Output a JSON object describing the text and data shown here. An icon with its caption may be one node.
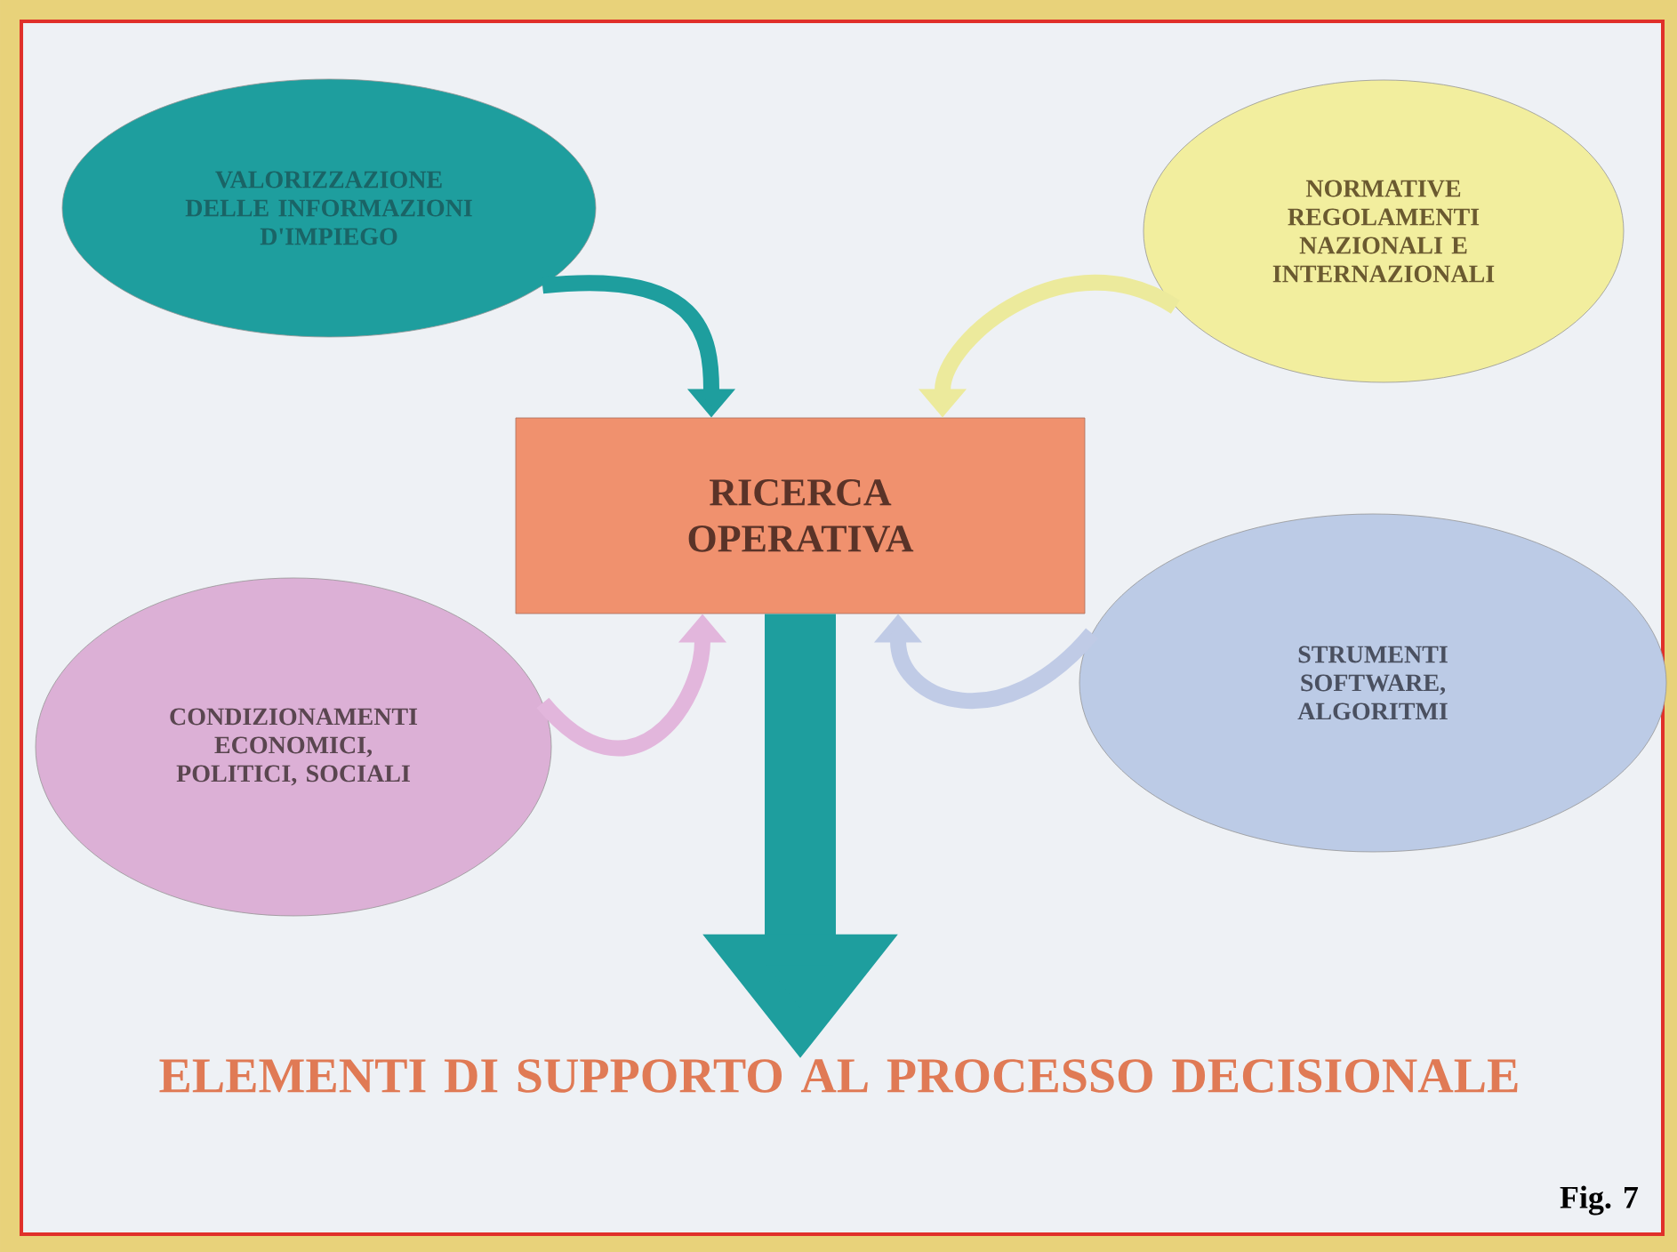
{
  "diagram": {
    "nodes": [
      {
        "text": [
          "VALORIZZAZIONE DELLE INFORMAZIONI D'IMPIEGO"
        ]
      },
      {
        "text": [
          "NORMATIVE REGOLAMENTI NAZIONALI E INTERNAZIONALI"
        ]
      },
      {
        "text": [
          "RICERCA OPERATIVA"
        ]
      },
      {
        "text": [
          "CONDIZIONAMENTI ECONOMICI, POLITICI, SOCIALI"
        ]
      },
      {
        "text": [
          "STRUMENTI SOFTWARE, ALGORITMI"
        ]
      },
      {
        "text": [
          "ELEMENTI DI SUPPORTO AL PROCESSO DECISIONALE"
        ]
      }
    ],
    "edges": [
      {
        "from": 0,
        "to": 2,
        "arrow": "to",
        "color": "#1e9e9e"
      },
      {
        "from": 1,
        "to": 2,
        "arrow": "to",
        "color": "#ecea9c"
      },
      {
        "from": 3,
        "to": 2,
        "arrow": "to",
        "color": "#e2b6dc"
      },
      {
        "from": 4,
        "to": 2,
        "arrow": "to",
        "color": "#c0cbe6"
      },
      {
        "from": 2,
        "to": 5,
        "arrow": "to",
        "style": "thick",
        "color": "#1e9e9e"
      }
    ],
    "labels": [
      "Fig. 7"
    ]
  }
}
